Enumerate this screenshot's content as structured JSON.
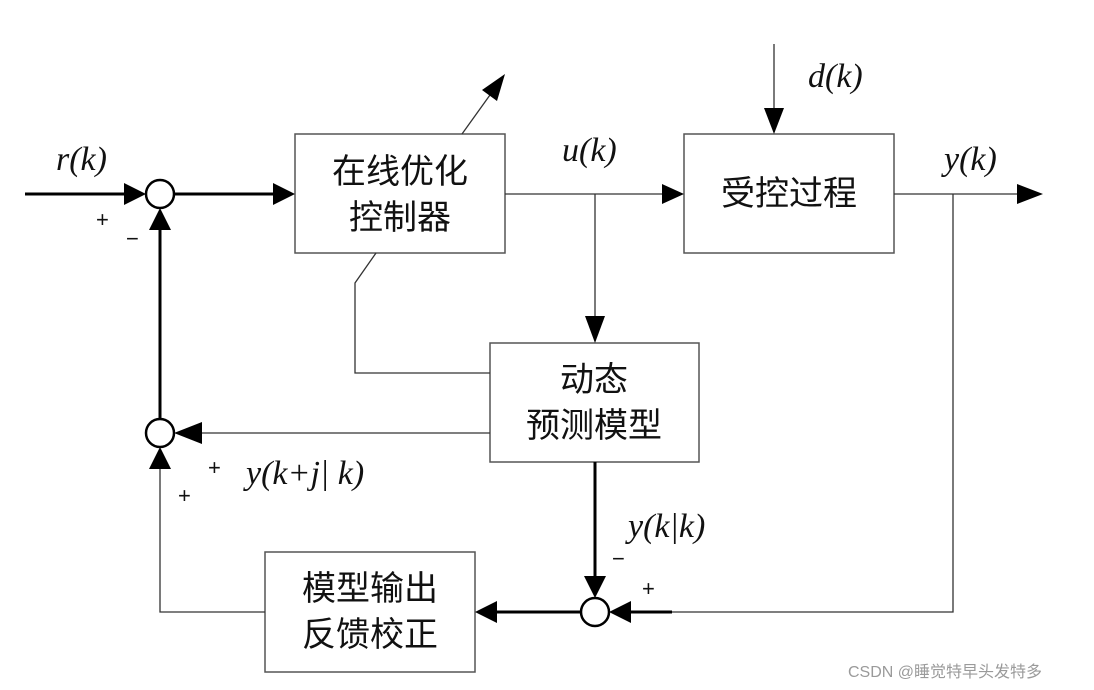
{
  "diagram": {
    "title": "Model Predictive Control block diagram",
    "blocks": {
      "controller": {
        "line1": "在线优化",
        "line2": "控制器"
      },
      "process": {
        "line1": "受控过程"
      },
      "model": {
        "line1": "动态",
        "line2": "预测模型"
      },
      "correction": {
        "line1": "模型输出",
        "line2": "反馈校正"
      }
    },
    "signals": {
      "reference": "r(k)",
      "control": "u(k)",
      "disturbance": "d(k)",
      "output": "y(k)",
      "prediction": "y(k+j| k)",
      "model_output": "y(k|k)"
    },
    "signs": {
      "top_junction_input": "+",
      "top_junction_feedback": "−",
      "lower_junction_prediction": "+",
      "lower_junction_correction": "+",
      "bottom_junction_model": "−",
      "bottom_junction_plant": "+"
    },
    "watermark": "CSDN @睡觉特早头发特多"
  }
}
